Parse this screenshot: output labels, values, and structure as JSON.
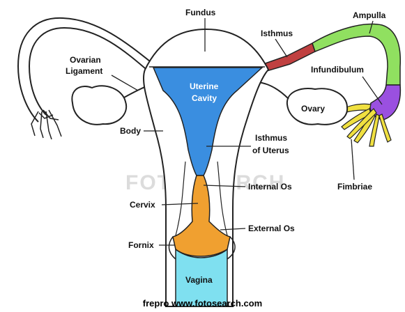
{
  "labels": {
    "fundus": "Fundus",
    "ampulla": "Ampulla",
    "isthmus": "Isthmus",
    "ovarian_ligament_1": "Ovarian",
    "ovarian_ligament_2": "Ligament",
    "uterine_cavity_1": "Uterine",
    "uterine_cavity_2": "Cavity",
    "infundibulum": "Infundibulum",
    "ovary": "Ovary",
    "body": "Body",
    "isthmus_of_uterus_1": "Isthmus",
    "isthmus_of_uterus_2": "of Uterus",
    "fimbriae": "Fimbriae",
    "internal_os": "Internal Os",
    "cervix": "Cervix",
    "external_os": "External Os",
    "fornix": "Fornix",
    "vagina": "Vagina"
  },
  "watermark": "FOTOSEARCH",
  "credit": "frepro  www.fotosearch.com",
  "colors": {
    "uterine_cavity": "#3a8ee0",
    "cervical_canal": "#f0a030",
    "vagina": "#7fe0f0",
    "isthmus_tube": "#c04040",
    "ampulla": "#90e060",
    "infundibulum": "#9a50e0",
    "fimbriae": "#f0e040"
  }
}
